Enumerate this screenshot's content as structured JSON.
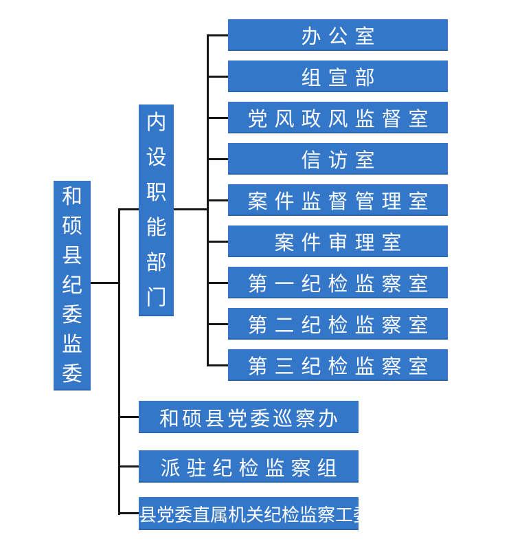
{
  "colors": {
    "box_blue": "#3477C9",
    "box_text": "#ffffff",
    "line_black": "#161616"
  },
  "root": {
    "label": "和硕县纪委监委"
  },
  "internal_group": {
    "label": "内设职能部门"
  },
  "internal_departments": [
    {
      "label": "办公室"
    },
    {
      "label": "组宣部"
    },
    {
      "label": "党风政风监督室"
    },
    {
      "label": "信访室"
    },
    {
      "label": "案件监督管理室"
    },
    {
      "label": "案件审理室"
    },
    {
      "label": "第一纪检监察室"
    },
    {
      "label": "第二纪检监察室"
    },
    {
      "label": "第三纪检监察室"
    }
  ],
  "direct_offices": [
    {
      "label": "和硕县党委巡察办"
    },
    {
      "label": "派驻纪检监察组"
    },
    {
      "label": "县党委直属机关纪检监察工委"
    }
  ]
}
